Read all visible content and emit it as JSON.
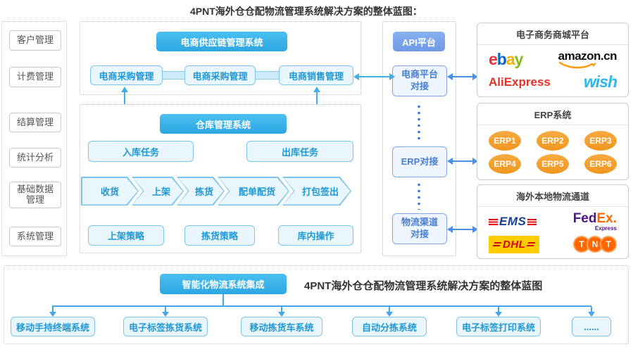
{
  "title": "4PNT海外仓仓配物流管理系统解决方案的整体蓝图：",
  "sidebar": {
    "items": [
      "客户管理",
      "计费管理",
      "结算管理",
      "统计分析",
      "基础数据管理",
      "系统管理"
    ]
  },
  "supply_chain": {
    "header": "电商供应链管理系统",
    "modules": [
      "电商采购管理",
      "电商采购管理",
      "电商销售管理"
    ]
  },
  "warehouse": {
    "header": "仓库管理系统",
    "inbound": "入库任务",
    "outbound": "出库任务",
    "process_steps": [
      "收货",
      "上架",
      "拣货",
      "配单配货",
      "打包签出"
    ],
    "strategies": [
      "上架策略",
      "拣货策略",
      "库内操作"
    ]
  },
  "api_platform": {
    "header": "API平台",
    "nodes": [
      "电商平台对接",
      "ERP对接",
      "物流渠道对接"
    ]
  },
  "panels": {
    "ecommerce": {
      "title": "电子商务商城平台",
      "ebay_letters": [
        "e",
        "b",
        "a",
        "y"
      ],
      "amazon": "amazon.cn",
      "aliexpress": "AliExpress",
      "wish": "wish"
    },
    "erp": {
      "title": "ERP系统",
      "systems": [
        "ERP1",
        "ERP2",
        "ERP3",
        "ERP4",
        "ERP5",
        "ERP6"
      ]
    },
    "logistics": {
      "title": "海外本地物流通道",
      "ems": "EMS",
      "fedex_fed": "Fed",
      "fedex_ex": "Ex.",
      "fedex_sub": "Express",
      "dhl": "DHL",
      "tnt_letters": [
        "T",
        "N",
        "T"
      ]
    }
  },
  "integration": {
    "header": "智能化物流系统集成",
    "caption": "4PNT海外仓仓配物流管理系统解决方案的整体蓝图",
    "systems": [
      "移动手持终端系统",
      "电子标签拣货系统",
      "移动拣货车系统",
      "自动分拣系统",
      "电子标签打印系统",
      "......"
    ]
  },
  "colors": {
    "header_cyan": "#35ace4",
    "api_button_blue": "#7aa4ea",
    "module_text_blue": "#2098d6",
    "api_text_blue": "#4a7fd0",
    "arrow_cyan": "#3fb0e8",
    "arrow_blue": "#4a90e2",
    "erp_orange": "#f5a02e",
    "ebay_letter_colors": [
      "#e53238",
      "#0064d2",
      "#f5af02",
      "#86b817"
    ],
    "amazon_smile": "#ff9900",
    "aliexpress_red": "#e43225",
    "wish_blue": "#2fb7ec",
    "ems_blue": "#1b3d91",
    "fedex_purple": "#4d148c",
    "fedex_orange": "#ff6600",
    "dhl_yellow": "#ffcc00",
    "dhl_red": "#d40511",
    "tnt_orange": "#ff6600"
  }
}
